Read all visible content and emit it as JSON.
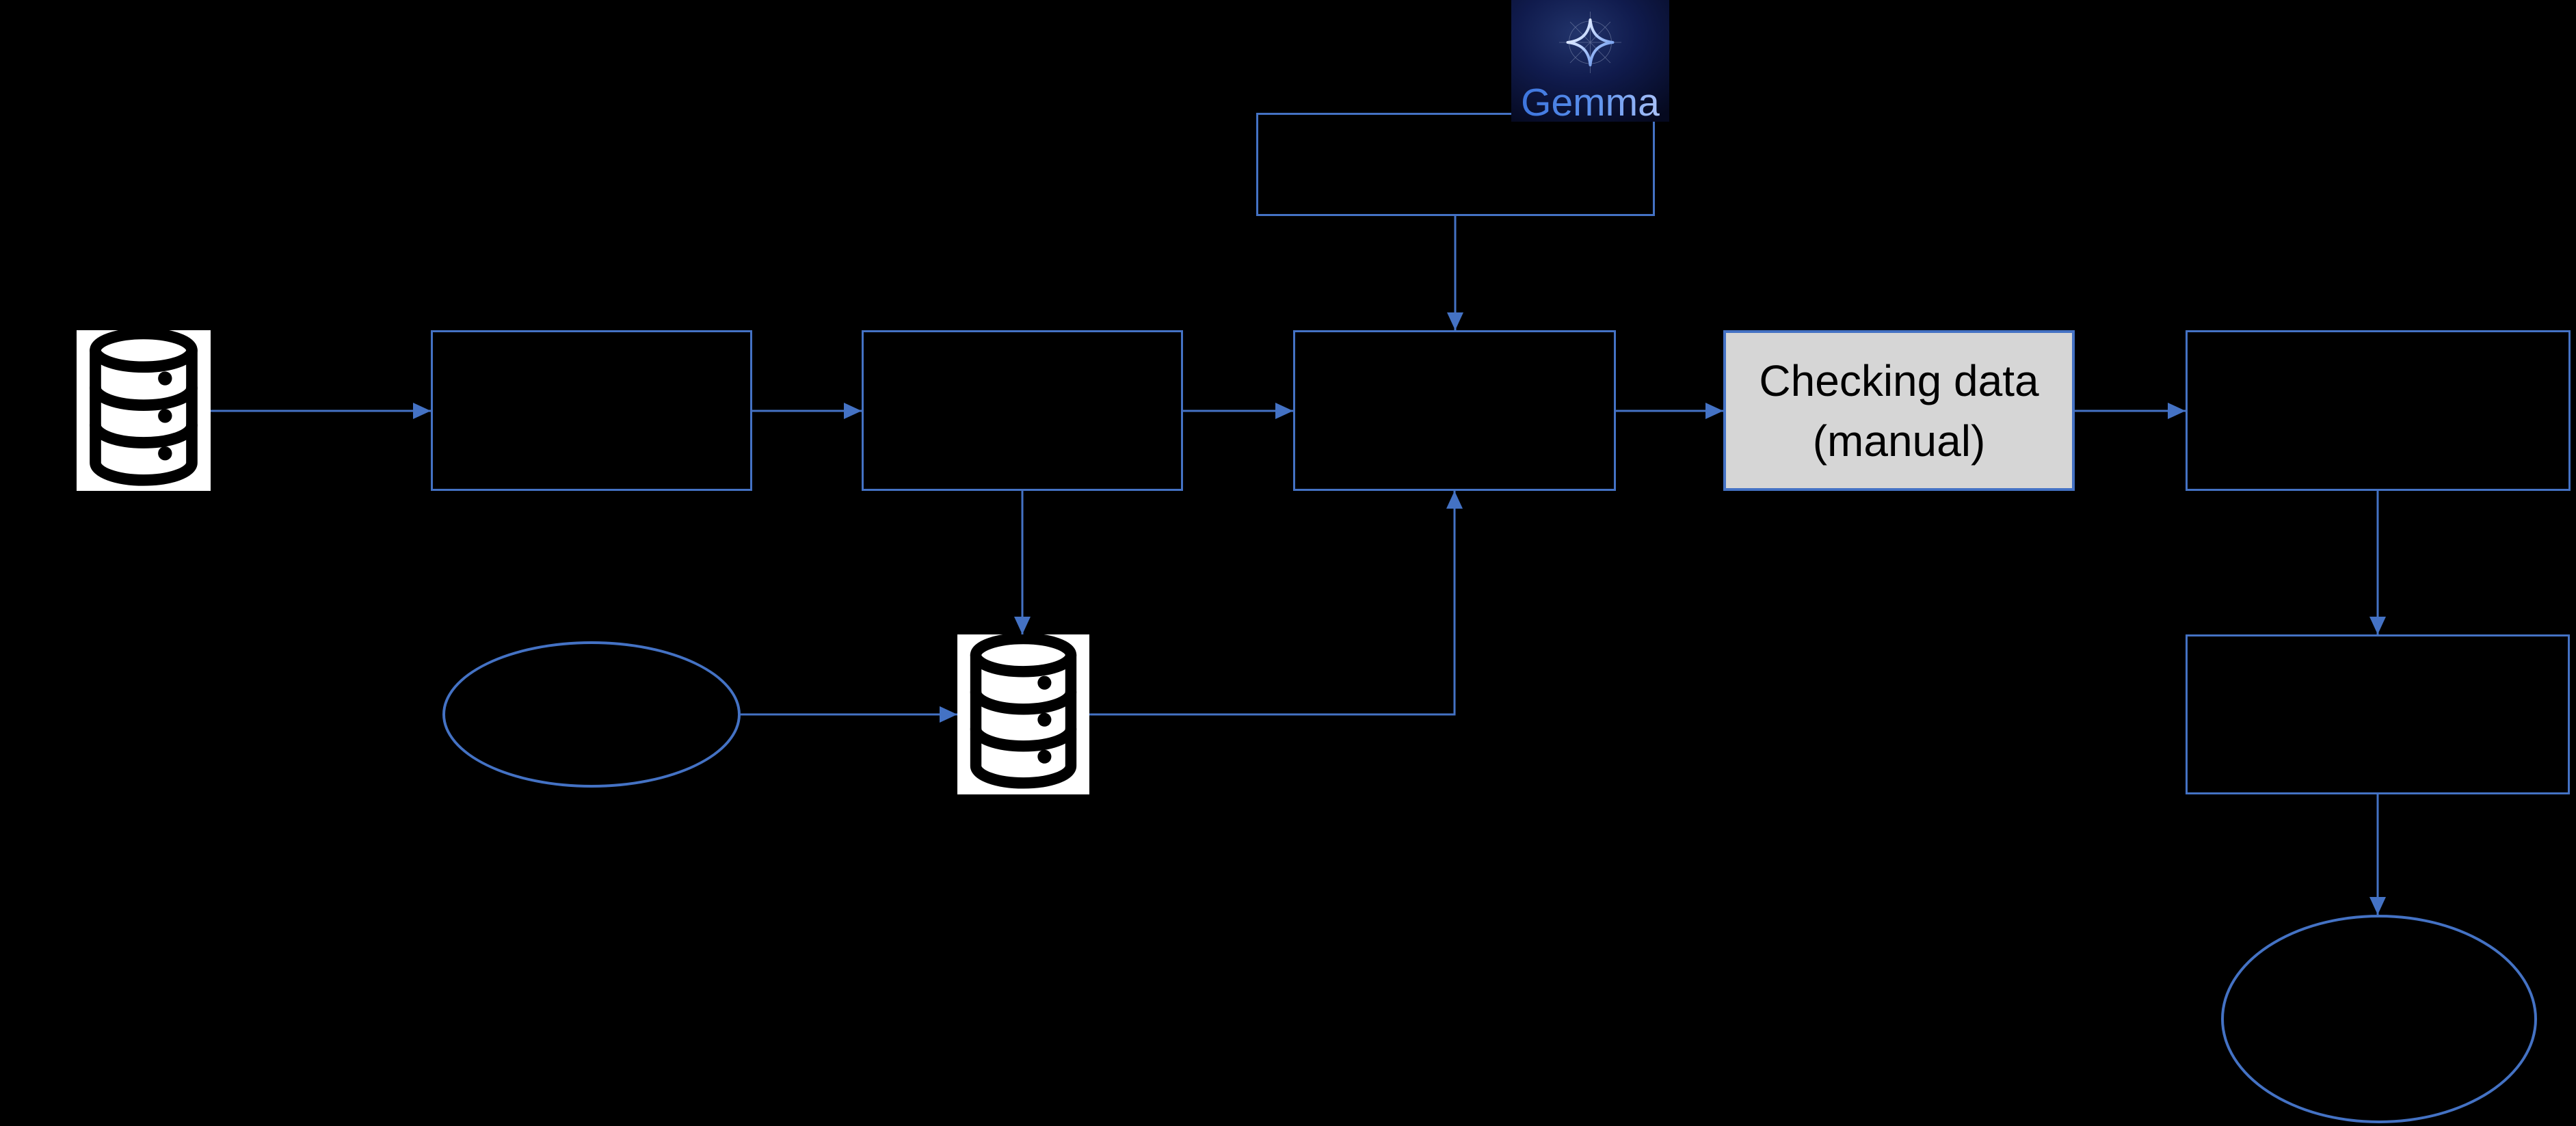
{
  "colors": {
    "background": "#000000",
    "connector": "#4472C4",
    "box_border": "#4472C4",
    "box_fill": "#000000",
    "checking_fill": "#D6D6D6",
    "checking_text": "#000000",
    "db_tile_fill": "#FFFFFF",
    "db_glyph": "#000000",
    "logo_tile_fill": "#0B1238"
  },
  "logo": {
    "wordmark": "Gemma",
    "icon": "gemma-sparkle-icon"
  },
  "checking_box": {
    "line1": "Checking data",
    "line2": "(manual)"
  },
  "nodes": [
    {
      "id": "gemma-model-box",
      "shape": "rect",
      "label": ""
    },
    {
      "id": "source-database",
      "shape": "database-icon",
      "label": ""
    },
    {
      "id": "step-box-1",
      "shape": "rect",
      "label": ""
    },
    {
      "id": "step-box-2",
      "shape": "rect",
      "label": ""
    },
    {
      "id": "step-box-3",
      "shape": "rect",
      "label": ""
    },
    {
      "id": "checking-box",
      "shape": "rect",
      "label": "Checking data (manual)"
    },
    {
      "id": "step-box-4",
      "shape": "rect",
      "label": ""
    },
    {
      "id": "step-box-5",
      "shape": "rect",
      "label": ""
    },
    {
      "id": "input-ellipse",
      "shape": "ellipse",
      "label": ""
    },
    {
      "id": "staging-database",
      "shape": "database-icon",
      "label": ""
    },
    {
      "id": "output-ellipse",
      "shape": "ellipse",
      "label": ""
    }
  ],
  "edges": [
    {
      "from": "source-database",
      "to": "step-box-1"
    },
    {
      "from": "step-box-1",
      "to": "step-box-2"
    },
    {
      "from": "step-box-2",
      "to": "step-box-3"
    },
    {
      "from": "gemma-model-box",
      "to": "step-box-3"
    },
    {
      "from": "step-box-2",
      "to": "staging-database"
    },
    {
      "from": "input-ellipse",
      "to": "staging-database"
    },
    {
      "from": "staging-database",
      "to": "step-box-3"
    },
    {
      "from": "step-box-3",
      "to": "checking-box"
    },
    {
      "from": "checking-box",
      "to": "step-box-4"
    },
    {
      "from": "step-box-4",
      "to": "step-box-5"
    },
    {
      "from": "step-box-5",
      "to": "output-ellipse"
    }
  ]
}
